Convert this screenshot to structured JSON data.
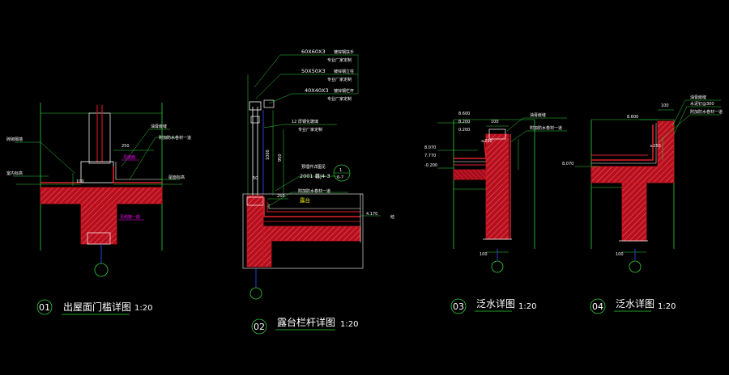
{
  "colors": {
    "background": "#000000",
    "line_green": "#2fd13a",
    "line_white": "#ffffff",
    "concrete_red": "#c8141e",
    "layer_red": "#e0202a",
    "hatch": "#f0508a",
    "magenta_text": "#ff00ff",
    "blue_axis": "#3050ff",
    "yellow_line": "#e8e820"
  },
  "details": [
    {
      "number": "01",
      "title": "出屋面门槛详图",
      "scale": "1:20",
      "labels": {
        "left_top": "砖砌隔墙",
        "left_mid": "室内标高",
        "right_top": "油膏嵌缝",
        "right_mid": "附加防水卷材一道",
        "right_low": "屋面标高",
        "dim_250": "250",
        "dim_100": "100",
        "magenta_top": "见屋面",
        "magenta_bottom": "见结施一般"
      }
    },
    {
      "number": "02",
      "title": "露台栏杆详图",
      "scale": "1:20",
      "labels": {
        "pipe1": "60X60X3",
        "pipe1_note": "镀锌钢扶手",
        "pipe1_note2": "专业厂家定制",
        "pipe2": "50X50X3",
        "pipe2_note": "镀锌钢立柱",
        "pipe2_note2": "专业厂家定制",
        "pipe3": "40X40X3",
        "pipe3_note": "镀锌钢栏杆",
        "pipe3_note2": "专业厂家定制",
        "bar": "12 厚钢化玻璃",
        "bar_note": "专业厂家定制",
        "embed": "预埋件详图见",
        "ref": "2001 幕J4-3",
        "ref_circle_top": "1",
        "ref_circle_bottom": "6-7",
        "waterproof": "附加防水卷材一道",
        "balcony": "露台",
        "elev": "4.170",
        "elev_note": "结",
        "dim_1000": "1000",
        "dim_950": "950",
        "dim_250": "250",
        "dim_50": "50"
      }
    },
    {
      "number": "03",
      "title": "泛水详图",
      "scale": "1:20",
      "labels": {
        "elev1": "8.600",
        "elev2": "8.200",
        "elev3": "0.200",
        "elev4": "8.070",
        "elev5": "7.770",
        "elev6": "-0.200",
        "note1": "油膏嵌缝",
        "note2": "附加防水卷材一道",
        "dim_250": "≥250",
        "dim_100": "100",
        "dim_100b": "100"
      }
    },
    {
      "number": "04",
      "title": "泛水详图",
      "scale": "1:20",
      "labels": {
        "elev1": "8.600",
        "elev2": "8.070",
        "note1": "油膏嵌缝",
        "note2": "水泥钉@300",
        "note3": "附加防水卷材一道",
        "dim_250": "≥250",
        "dim_100": "100",
        "dim_100b": "100"
      }
    }
  ]
}
